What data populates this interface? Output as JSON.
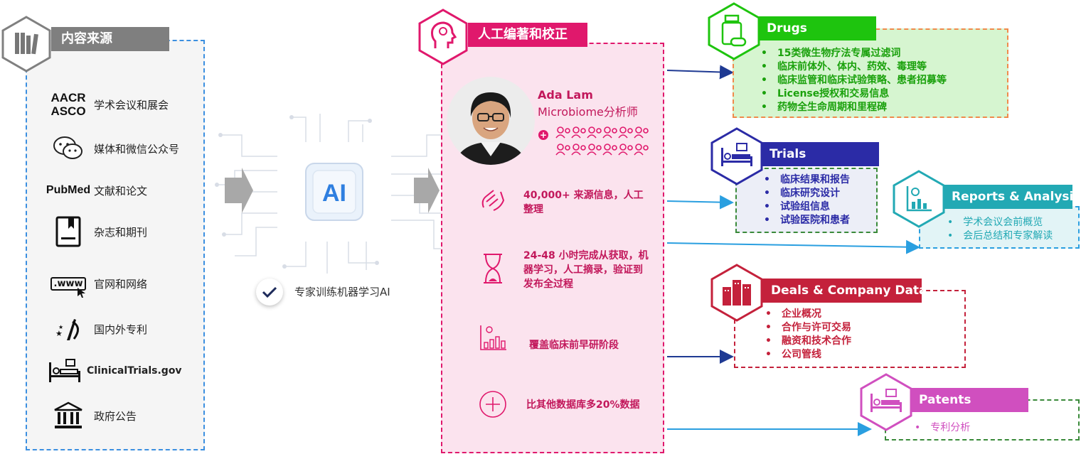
{
  "sources": {
    "title": "内容来源",
    "items": [
      {
        "logo": "AACR\nASCO",
        "label": "学术会议和展会"
      },
      {
        "logo": "",
        "label": "媒体和微信公众号"
      },
      {
        "logo": "PubMed",
        "label": "文献和论文"
      },
      {
        "logo": "",
        "label": "杂志和期刊"
      },
      {
        "logo": ".www",
        "label": "官网和网络"
      },
      {
        "logo": "",
        "label": "国内外专利"
      },
      {
        "logo": "",
        "label": "ClinicalTrials.gov"
      },
      {
        "logo": "",
        "label": "政府公告"
      }
    ]
  },
  "ai": {
    "chip_label": "AI",
    "expert_text": "专家训练机器学习AI"
  },
  "editor": {
    "title": "人工编著和校正",
    "name": "Ada Lam",
    "role": "Microbiome分析师",
    "features": [
      "40,000+ 来源信息，人工整理",
      "24-48 小时完成从获取，机器学习，人工摘录，验证到发布全过程",
      "覆盖临床前早研阶段",
      "比其他数据库多20%数据"
    ]
  },
  "categories": [
    {
      "title": "Drugs",
      "color": "#1ec40e",
      "items": [
        "15类微生物疗法专属过滤词",
        "临床前体外、体内、药效、毒理等",
        "临床监管和临床试验策略、患者招募等",
        "License授权和交易信息",
        "药物全生命周期和里程碑"
      ]
    },
    {
      "title": "Trials",
      "color": "#2b2ba6",
      "items": [
        "临床结果和报告",
        "临床研究设计",
        "试验组信息",
        "试验医院和患者"
      ]
    },
    {
      "title": "Reports & Analysis",
      "color": "#22a9b4",
      "items": [
        "学术会议会前概览",
        "会后总结和专家解读"
      ]
    },
    {
      "title": "Deals & Company Data",
      "color": "#c4213b",
      "items": [
        "企业概况",
        "合作与许可交易",
        "融资和技术合作",
        "公司管线"
      ]
    },
    {
      "title": "Patents",
      "color": "#d04fbf",
      "items": [
        "专利分析"
      ]
    }
  ]
}
